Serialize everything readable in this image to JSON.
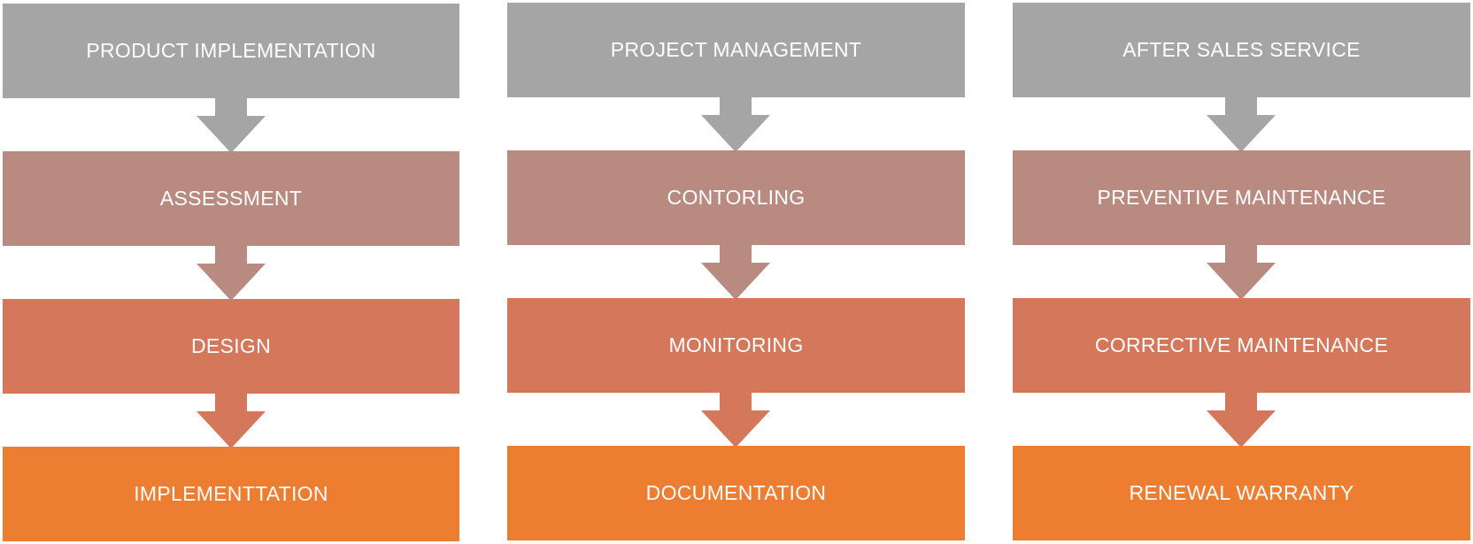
{
  "colors": {
    "tier1": "#A5A5A5",
    "tier2": "#B98A80",
    "tier3": "#D4775A",
    "tier4": "#ED7D31",
    "text": "#FFFFFF"
  },
  "columns": [
    {
      "header": "PRODUCT IMPLEMENTATION",
      "steps": [
        "ASSESSMENT",
        "DESIGN",
        "IMPLEMENTTATION"
      ]
    },
    {
      "header": "PROJECT MANAGEMENT",
      "steps": [
        "CONTORLING",
        "MONITORING",
        "DOCUMENTATION"
      ]
    },
    {
      "header": "AFTER SALES SERVICE",
      "steps": [
        "PREVENTIVE MAINTENANCE",
        "CORRECTIVE MAINTENANCE",
        "RENEWAL WARRANTY"
      ]
    }
  ]
}
